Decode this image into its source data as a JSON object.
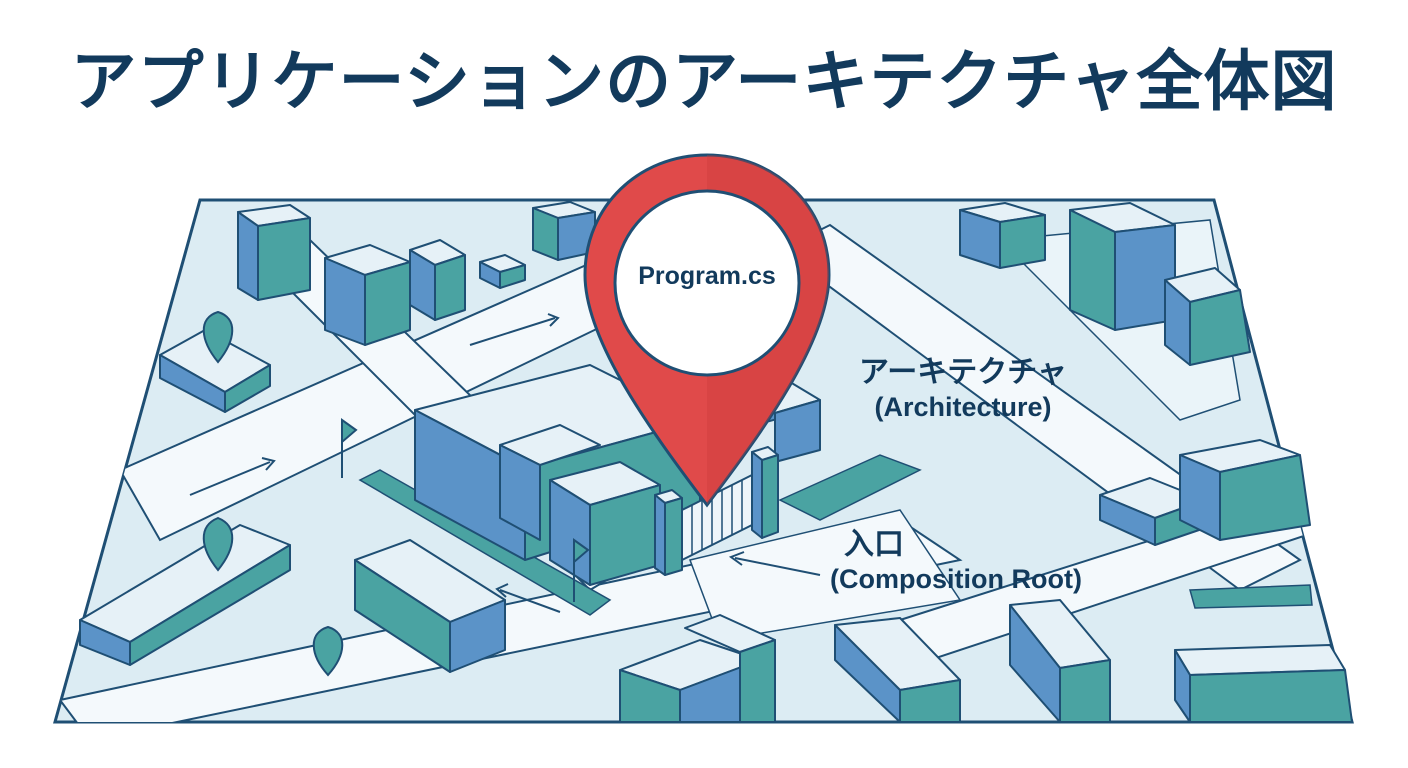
{
  "title": "アプリケーションのアーキテクチャ全体図",
  "pin": {
    "label": "Program.cs"
  },
  "architecture_label": {
    "line1": "アーキテクチャ",
    "line2": "(Architecture)"
  },
  "entrance_label": {
    "line1": "入口",
    "line2": "(Composition Root)"
  },
  "colors": {
    "title": "#123a5c",
    "map_ground": "#dcecf3",
    "street": "#f4f9fc",
    "outline": "#1f4f74",
    "building_blue": "#5b93c8",
    "building_teal": "#4aa3a2",
    "building_light": "#e6f1f7",
    "pin_red": "#e04a4a"
  }
}
